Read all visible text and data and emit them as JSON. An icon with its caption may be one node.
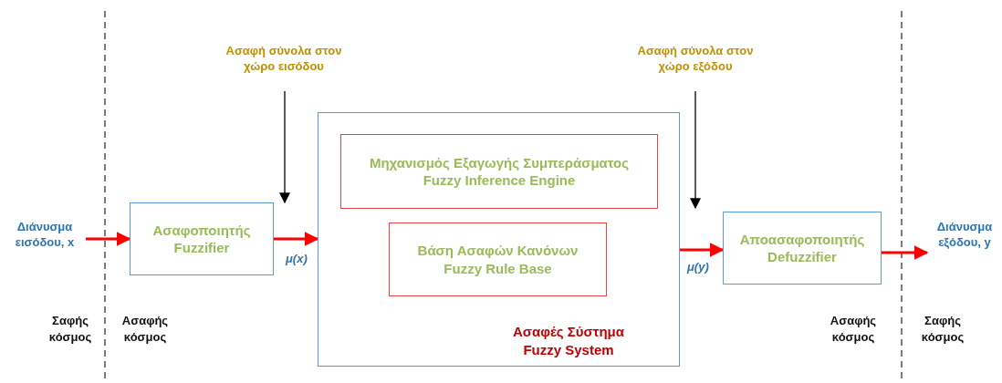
{
  "diagram": {
    "nodes": [
      {
        "text": [
          "Διάνυσμα εισόδου, x"
        ]
      },
      {
        "text": [
          "Ασαφοποιητής",
          "Fuzzifier"
        ]
      },
      {
        "text": [
          "Ασαφές Σύστημα",
          "Fuzzy System"
        ]
      },
      {
        "text": [
          "Μηχανισμός Εξαγωγής Συμπεράσματος",
          "Fuzzy Inference Engine"
        ],
        "in": 2
      },
      {
        "text": [
          "Βάση Ασαφών Κανόνων",
          "Fuzzy Rule Base"
        ],
        "in": 2
      },
      {
        "text": [
          "Αποασαφοποιητής",
          "Defuzzifier"
        ]
      },
      {
        "text": [
          "Διάνυσμα εξόδου, y"
        ]
      },
      {
        "text": [
          "Ασαφή σύνολα στον χώρο εισόδου"
        ]
      },
      {
        "text": [
          "Ασαφή σύνολα στον χώρο εξόδου"
        ]
      }
    ],
    "edges": [
      {
        "from": 0,
        "to": 1,
        "arrow": "to"
      },
      {
        "from": 1,
        "to": 2,
        "arrow": "to",
        "label": "μ(x)"
      },
      {
        "from": 2,
        "to": 5,
        "arrow": "to",
        "label": "μ(y)"
      },
      {
        "from": 5,
        "to": 6,
        "arrow": "to"
      },
      {
        "from": 7,
        "to": 1,
        "arrow": "to",
        "color": "#000000"
      },
      {
        "from": 8,
        "to": 2,
        "arrow": "to",
        "color": "#000000"
      }
    ],
    "labels": [
      "Σαφής κόσμος",
      "Ασαφής κόσμος",
      "Ασαφής κόσμος",
      "Σαφής κόσμος"
    ]
  }
}
